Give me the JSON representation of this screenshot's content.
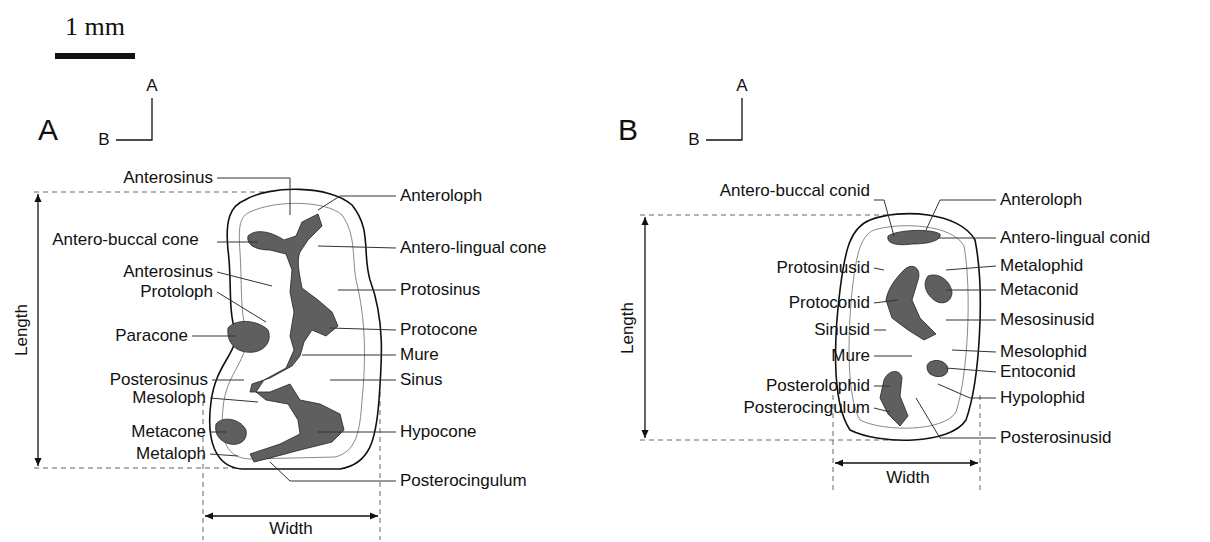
{
  "diagram": {
    "labels": [
      "1 mm",
      "A",
      "A",
      "B",
      "Anterosinus",
      "Antero-buccal cone",
      "Anterosinus",
      "Protoloph",
      "Paracone",
      "Posterosinus",
      "Mesoloph",
      "Metacone",
      "Metaloph",
      "Length",
      "Anteroloph",
      "Antero-lingual cone",
      "Protosinus",
      "Protocone",
      "Mure",
      "Sinus",
      "Hypocone",
      "Posterocingulum",
      "Width",
      "B",
      "A",
      "B",
      "Antero-buccal conid",
      "Protosinusid",
      "Protoconid",
      "Sinusid",
      "Mure",
      "Posterolophid",
      "Posterocingulum",
      "Length",
      "Anteroloph",
      "Antero-lingual conid",
      "Metalophid",
      "Metaconid",
      "Mesosinusid",
      "Mesolophid",
      "Entoconid",
      "Hypolophid",
      "Posterosinusid",
      "Width"
    ]
  }
}
